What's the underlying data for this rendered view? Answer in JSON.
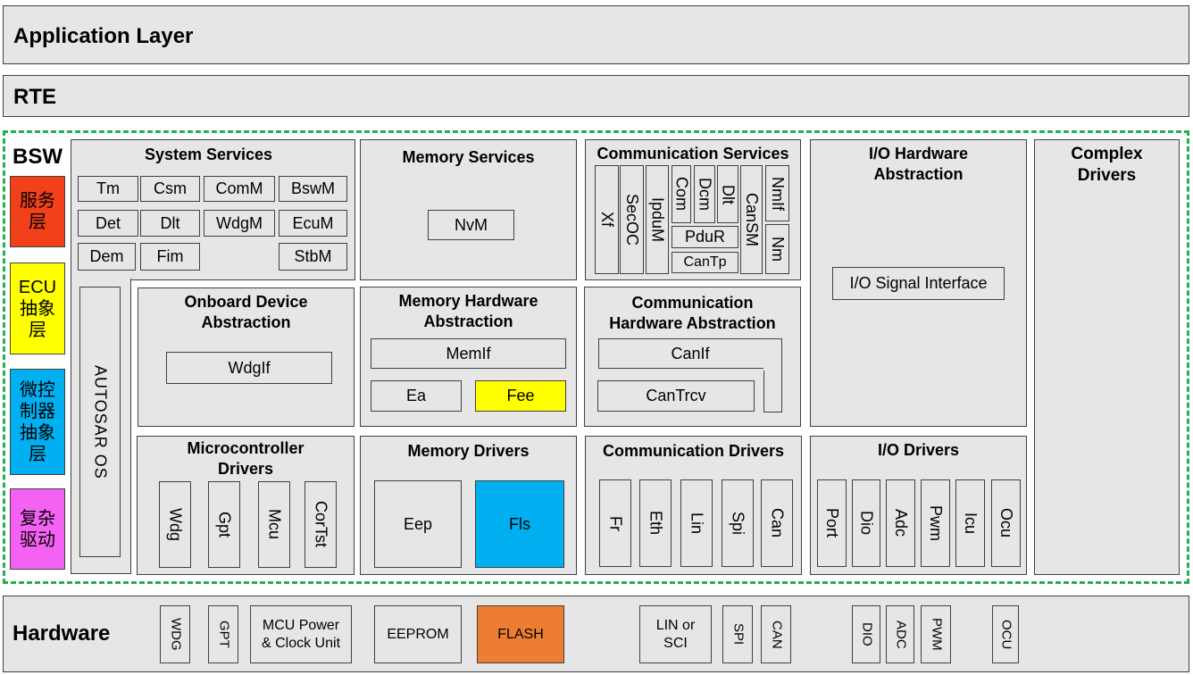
{
  "layers": {
    "application": "Application Layer",
    "rte": "RTE",
    "bsw": "BSW",
    "hardware": "Hardware"
  },
  "legend": [
    {
      "label": "服务\n层",
      "color": "#f2401a"
    },
    {
      "label": "ECU\n抽象\n层",
      "color": "#ffff00"
    },
    {
      "label": "微控\n制器\n抽象\n层",
      "color": "#00b0f0"
    },
    {
      "label": "复杂\n驱动",
      "color": "#f462f4"
    }
  ],
  "system_services": {
    "title": "System Services",
    "modules": [
      "Tm",
      "Csm",
      "ComM",
      "BswM",
      "Det",
      "Dlt",
      "WdgM",
      "EcuM",
      "Dem",
      "Fim",
      "StbM"
    ]
  },
  "os": "AUTOSAR OS",
  "memory_services": {
    "title": "Memory Services",
    "modules": [
      "NvM"
    ]
  },
  "communication_services": {
    "title": "Communication Services",
    "modules": [
      "Xf",
      "SecOC",
      "IpduM",
      "Com",
      "Dcm",
      "Dlt",
      "CanSM",
      "NmIf",
      "Nm",
      "PduR",
      "CanTp"
    ]
  },
  "io_hw_abstraction": {
    "title": "I/O Hardware\nAbstraction",
    "modules": [
      "I/O Signal Interface"
    ]
  },
  "complex_drivers": {
    "title": "Complex\nDrivers"
  },
  "onboard_device_abstraction": {
    "title": "Onboard Device\nAbstraction",
    "modules": [
      "WdgIf"
    ]
  },
  "memory_hw_abstraction": {
    "title": "Memory Hardware\nAbstraction",
    "modules": [
      "MemIf",
      "Ea",
      "Fee"
    ]
  },
  "communication_hw_abstraction": {
    "title": "Communication\nHardware Abstraction",
    "modules": [
      "CanIf",
      "CanTrcv"
    ]
  },
  "microcontroller_drivers": {
    "title": "Microcontroller\nDrivers",
    "modules": [
      "Wdg",
      "Gpt",
      "Mcu",
      "CorTst"
    ]
  },
  "memory_drivers": {
    "title": "Memory Drivers",
    "modules": [
      "Eep",
      "Fls"
    ]
  },
  "communication_drivers": {
    "title": "Communication Drivers",
    "modules": [
      "Fr",
      "Eth",
      "Lin",
      "Spi",
      "Can"
    ]
  },
  "io_drivers": {
    "title": "I/O Drivers",
    "modules": [
      "Port",
      "Dio",
      "Adc",
      "Pwm",
      "Icu",
      "Ocu"
    ]
  },
  "hardware_items": [
    "WDG",
    "GPT",
    "MCU Power\n& Clock Unit",
    "EEPROM",
    "FLASH",
    "LIN or\nSCI",
    "SPI",
    "CAN",
    "DIO",
    "ADC",
    "PWM",
    "OCU"
  ],
  "colors": {
    "highlight_fee": "#ffff00",
    "highlight_fls": "#00b0f0",
    "highlight_flash": "#ed7d31",
    "bsw_border": "#22b14c",
    "box_fill": "#e7e6e6"
  }
}
